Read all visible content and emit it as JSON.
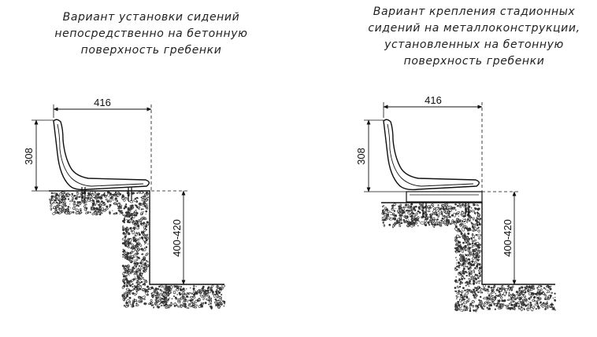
{
  "left": {
    "caption_lines": [
      "Вариант установки сидений",
      "непосредственно на бетонную",
      "поверхность гребенки"
    ],
    "dim_width": "416",
    "dim_height": "308",
    "dim_step": "400-420"
  },
  "right": {
    "caption_lines": [
      "Вариант крепления стадионных",
      "сидений на металлоконструкции,",
      "установленных на бетонную",
      "поверхность гребенки"
    ],
    "dim_width": "416",
    "dim_height": "308",
    "dim_step": "400-420"
  },
  "colors": {
    "line": "#111111",
    "hatch": "#333333"
  }
}
